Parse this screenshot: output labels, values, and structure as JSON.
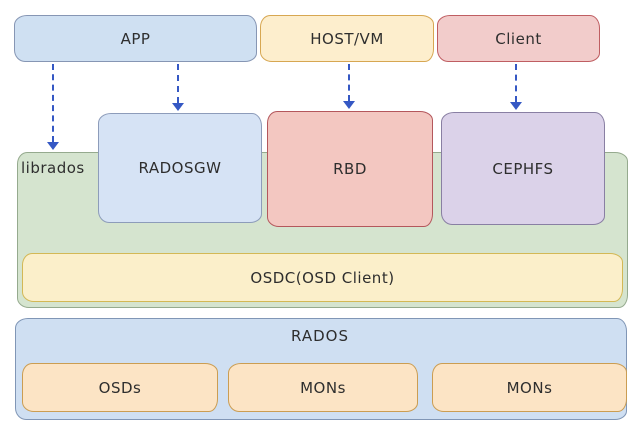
{
  "diagram": {
    "top_row": [
      {
        "id": "app",
        "label": "APP"
      },
      {
        "id": "host-vm",
        "label": "HOST/VM"
      },
      {
        "id": "client",
        "label": "Client"
      }
    ],
    "librados_layer": {
      "label": "librados",
      "gateways": [
        {
          "id": "radosgw",
          "label": "RADOSGW"
        },
        {
          "id": "rbd",
          "label": "RBD"
        },
        {
          "id": "cephfs",
          "label": "CEPHFS"
        }
      ],
      "osdc": {
        "label": "OSDC(OSD Client)"
      }
    },
    "rados_layer": {
      "label": "RADOS",
      "nodes": [
        {
          "id": "osds",
          "label": "OSDs"
        },
        {
          "id": "mons-1",
          "label": "MONs"
        },
        {
          "id": "mons-2",
          "label": "MONs"
        }
      ]
    },
    "arrows": [
      {
        "from": "APP",
        "to": "librados"
      },
      {
        "from": "APP",
        "to": "RADOSGW"
      },
      {
        "from": "HOST/VM",
        "to": "RBD"
      },
      {
        "from": "Client",
        "to": "CEPHFS"
      }
    ],
    "colors": {
      "app_fill": "#cfe0f2",
      "app_border": "#8696b4",
      "hostvm_fill": "#fdeecd",
      "hostvm_border": "#d7a752",
      "client_fill": "#f2cccb",
      "client_border": "#bf5e62",
      "radosgw_fill": "#d6e3f5",
      "radosgw_border": "#8d9cba",
      "rbd_fill": "#f3c7c1",
      "rbd_border": "#b4575c",
      "cephfs_fill": "#dbd2e9",
      "cephfs_border": "#897fa3",
      "librados_fill": "#d5e4cf",
      "librados_border": "#95aa8e",
      "osdc_fill": "#fbefca",
      "osdc_border": "#d3b855",
      "rados_fill": "#cfdff2",
      "rados_border": "#8096b6",
      "node_fill": "#fce4c5",
      "node_border": "#cb9d52",
      "arrow": "#3558c4"
    }
  }
}
